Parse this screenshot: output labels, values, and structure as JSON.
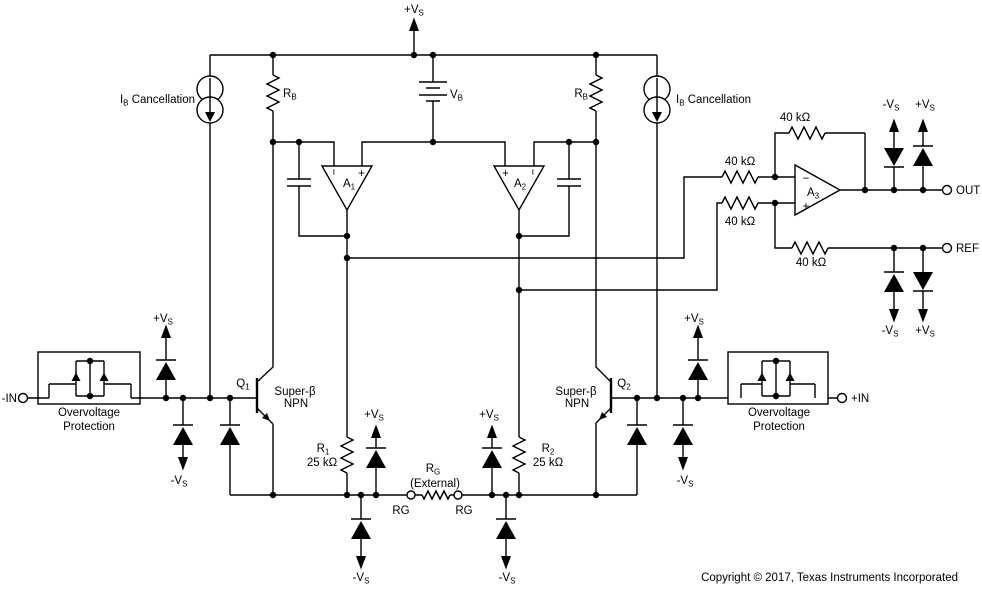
{
  "labels": {
    "vs_pos": "+V_{S}",
    "vs_neg": "-V_{S}",
    "ib_cancellation": "I_{B} Cancellation",
    "rb": "R_{B}",
    "vb": "V_{B}",
    "a1": "A_{1}",
    "a2": "A_{2}",
    "a3": "A_{3}",
    "plus": "+",
    "minus": "−",
    "r40k": "40 kΩ",
    "out": "OUT",
    "ref": "REF",
    "in_neg": "-IN",
    "in_pos": "+IN",
    "overvoltage": "Overvoltage",
    "protection": "Protection",
    "q1": "Q_{1}",
    "q2": "Q_{2}",
    "super_beta": "Super-β",
    "npn": "NPN",
    "r1": "R_{1}",
    "r2": "R_{2}",
    "r_25k": "25 kΩ",
    "rg_name": "R_{G}",
    "rg_external": "(External)",
    "rg_pin": "RG",
    "copyright": "Copyright © 2017, Texas Instruments Incorporated"
  },
  "colors": {
    "line": "#000000",
    "background": "#ffffff"
  }
}
